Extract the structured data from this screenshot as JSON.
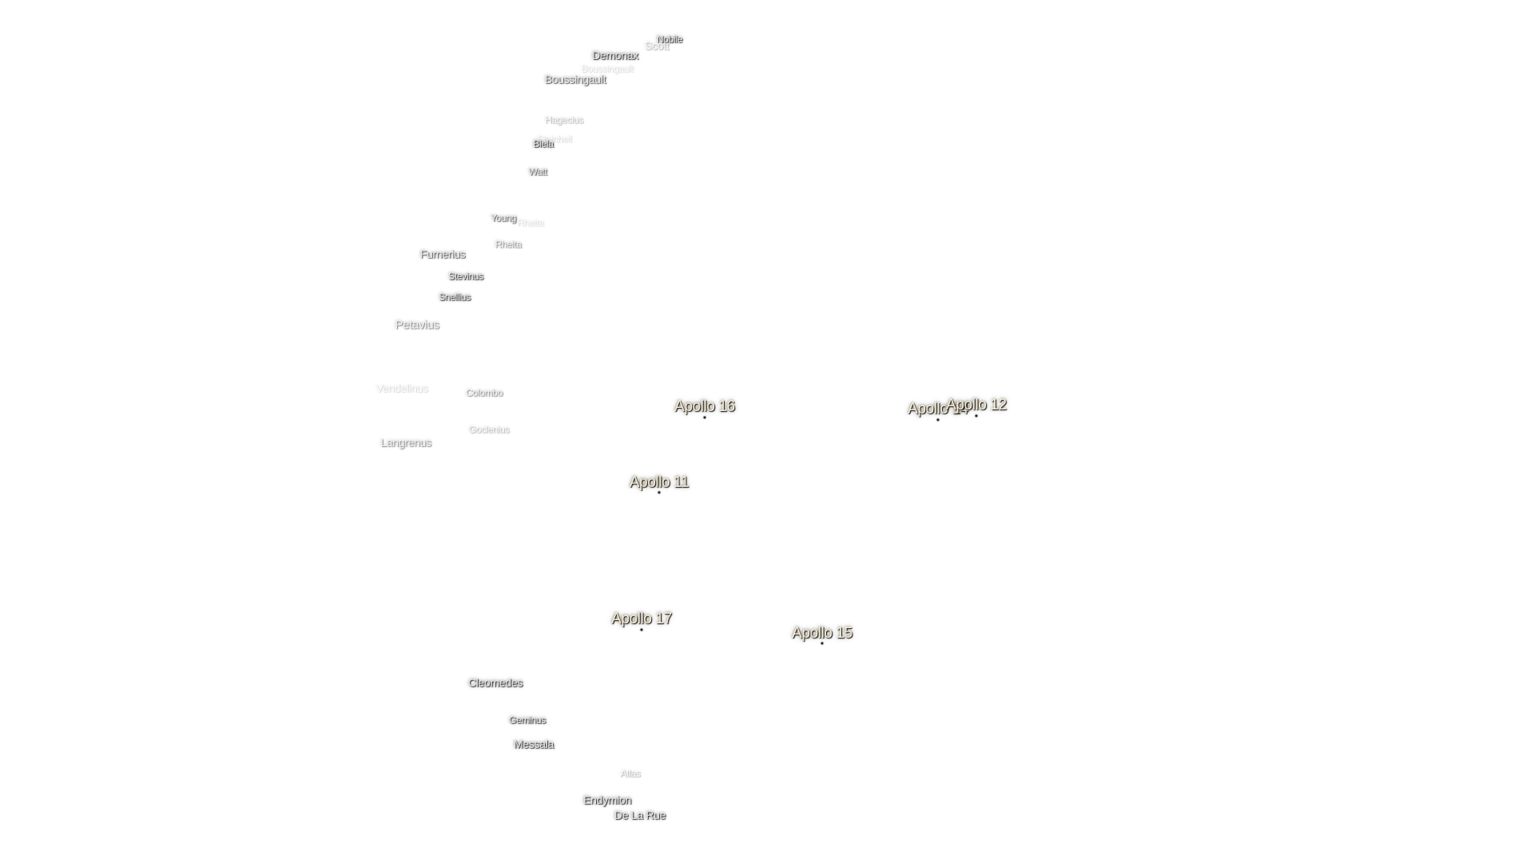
{
  "map": {
    "craters": [
      {
        "id": "nobile",
        "name": "Nobile"
      },
      {
        "id": "scott",
        "name": "Scott"
      },
      {
        "id": "demonax",
        "name": "Demonax"
      },
      {
        "id": "boussingault-faint",
        "name": "Boussingault"
      },
      {
        "id": "boussingault",
        "name": "Boussingault"
      },
      {
        "id": "hagecius",
        "name": "Hagecius"
      },
      {
        "id": "steinheil",
        "name": "Steinheil"
      },
      {
        "id": "biela",
        "name": "Biela"
      },
      {
        "id": "watt",
        "name": "Watt"
      },
      {
        "id": "young",
        "name": "Young"
      },
      {
        "id": "rheita-faint",
        "name": "Rheita"
      },
      {
        "id": "rheita",
        "name": "Rheita"
      },
      {
        "id": "furnerius",
        "name": "Furnerius"
      },
      {
        "id": "stevinus",
        "name": "Stevinus"
      },
      {
        "id": "snellius",
        "name": "Snellius"
      },
      {
        "id": "petavius",
        "name": "Petavius"
      },
      {
        "id": "vendelinus",
        "name": "Vendelinus"
      },
      {
        "id": "colombo",
        "name": "Colombo"
      },
      {
        "id": "goclenius",
        "name": "Goclenius"
      },
      {
        "id": "langrenus",
        "name": "Langrenus"
      },
      {
        "id": "cleomedes",
        "name": "Cleomedes"
      },
      {
        "id": "geminus",
        "name": "Geminus"
      },
      {
        "id": "messala",
        "name": "Messala"
      },
      {
        "id": "atlas",
        "name": "Atlas"
      },
      {
        "id": "endymion",
        "name": "Endymion"
      },
      {
        "id": "de-la-rue",
        "name": "De La Rue"
      }
    ],
    "landing_sites": [
      {
        "id": "apollo-16",
        "name": "Apollo 16"
      },
      {
        "id": "apollo-14",
        "name": "Apollo 14"
      },
      {
        "id": "apollo-12",
        "name": "Apollo 12"
      },
      {
        "id": "apollo-11",
        "name": "Apollo 11"
      },
      {
        "id": "apollo-17",
        "name": "Apollo 17"
      },
      {
        "id": "apollo-15",
        "name": "Apollo 15"
      }
    ]
  }
}
